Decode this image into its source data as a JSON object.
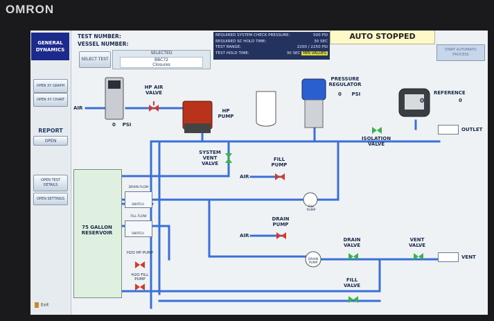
{
  "bezel": {
    "logo": "OMRON"
  },
  "brand": {
    "line1": "GENERAL",
    "line2": "DYNAMICS"
  },
  "header": {
    "test_number_label": "TEST NUMBER:",
    "vessel_number_label": "VESSEL NUMBER:",
    "select_test_label": "SELECT TEST",
    "selected_title": "SELECTED",
    "selected_value1": "BBC72",
    "selected_value2": "Closures",
    "status": "AUTO STOPPED",
    "start_auto": "START AUTOMATIC PROCESS"
  },
  "requirements": {
    "rows": [
      {
        "label": "REQUIRED SYSTEM CHECK PRESSURE:",
        "value": "500 PSI"
      },
      {
        "label": "REQUIRED SC HOLD TIME:",
        "value": "30 SEC"
      },
      {
        "label": "TEST RANGE:",
        "value": "2200 / 2250 PSI"
      },
      {
        "label": "TEST HOLD TIME:",
        "value": "30 SEC"
      }
    ],
    "min_values": "MIN VALUES"
  },
  "sidebar": {
    "open_xy_graph": "OPEN XY GRAPH",
    "open_xy_chart": "OPEN XY CHART",
    "report_label": "REPORT",
    "report_open": "OPEN",
    "open_test_details": "OPEN TEST DETAILS",
    "open_settings": "OPEN SETTINGS",
    "exit": "Exit"
  },
  "diagram": {
    "air": "AIR",
    "psi_value": "0",
    "psi_unit": "PSI",
    "hp_air_valve": "HP AIR VALVE",
    "hp_pump": "HP PUMP",
    "system_vent_valve": "SYSTEM VENT VALVE",
    "pressure_regulator": "PRESSURE REGULATOR",
    "reg_value": "0",
    "reg_unit": "PSI",
    "reference_label": "REFERENCE",
    "reference_value": "0",
    "gauge_value": "0",
    "isolation_valve": "ISOLATION VALVE",
    "outlet": "OUTLET",
    "fill_pump": "FILL PUMP",
    "drain_pump": "DRAIN PUMP",
    "fill_pump_small": "FILL PUMP",
    "drain_pump_small": "DRAIN PUMP",
    "drain_valve": "DRAIN VALVE",
    "vent_valve": "VENT VALVE",
    "vent": "VENT",
    "fill_valve": "FILL VALVE",
    "reservoir": "75 GALLON RESERVOIR",
    "drain_flow": "DRAIN FLOW",
    "fill_flow": "FILL FLOW",
    "switch": "SWITCH",
    "h2o_hp_pump": "H2O HP PUMP",
    "h2o_fill_pump": "H2O FILL PUMP"
  },
  "colors": {
    "pipe": "#3a6fd6",
    "valve_closed": "#d23a2a",
    "valve_open": "#3bb34a",
    "brand": "#1c2a8c"
  }
}
